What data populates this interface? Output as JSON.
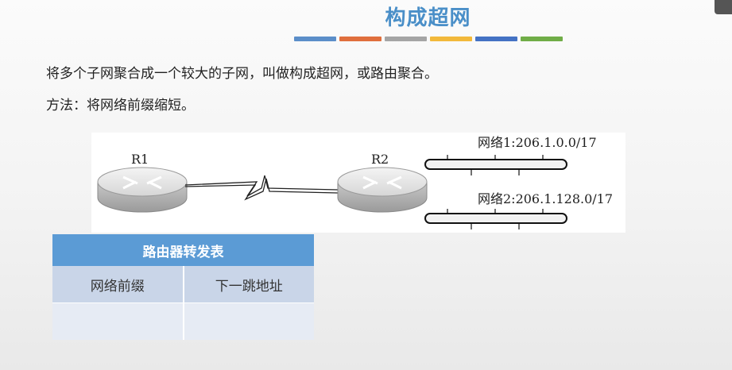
{
  "title": "构成超网",
  "accent_bars": [
    "#5b8ec9",
    "#e06f3d",
    "#a5a5a5",
    "#f2b93b",
    "#4472c4",
    "#70ad47"
  ],
  "paragraphs": {
    "line1": "将多个子网聚合成一个较大的子网，叫做构成超网，或路由聚合。",
    "line2": "方法：将网络前缀缩短。"
  },
  "diagram": {
    "router1": "R1",
    "router2": "R2",
    "network1": "网络1:206.1.0.0/17",
    "network2": "网络2:206.1.128.0/17"
  },
  "table": {
    "header": "路由器转发表",
    "columns": [
      "网络前缀",
      "下一跳地址"
    ],
    "rows": [
      [
        "",
        ""
      ]
    ]
  }
}
